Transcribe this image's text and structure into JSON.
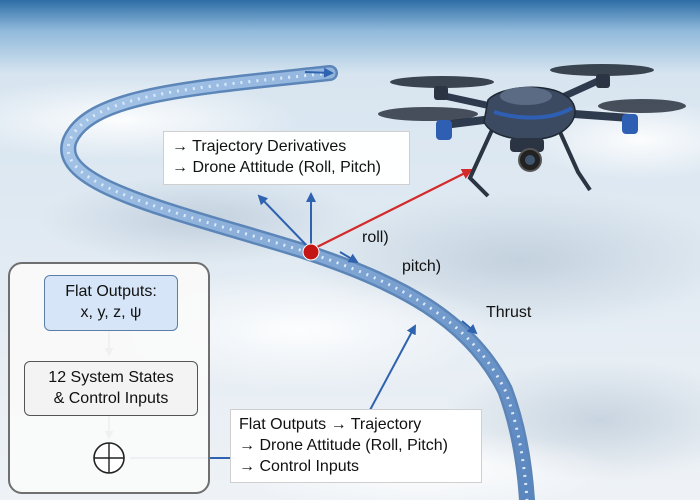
{
  "flowchart": {
    "flat_outputs": {
      "title": "Flat Outputs:",
      "vars": "x, y, z, ψ"
    },
    "system_states": {
      "line1": "12 System States",
      "line2": "& Control Inputs"
    }
  },
  "callouts": {
    "top": {
      "line1": "→ Trajectory Derivatives",
      "line2": "→ Drone Attitude (Roll, Pitch)"
    },
    "bottom": {
      "line1": "Flat Outputs → Trajectory",
      "line2": "→ Drone Attitude (Roll, Pitch)",
      "line3": "→ Control Inputs"
    }
  },
  "labels": {
    "roll": "roll)",
    "pitch": "pitch)",
    "thrust": "Thrust"
  },
  "colors": {
    "sky_top": "#2f6fa3",
    "cloud": "#e8eef4",
    "trajectory": "#7ea9d8",
    "arrow_blue": "#2f63b0",
    "arrow_red": "#d42a2a",
    "point": "#c41414",
    "drone_body": "#3b4a61",
    "drone_accent": "#2f5fb3"
  }
}
